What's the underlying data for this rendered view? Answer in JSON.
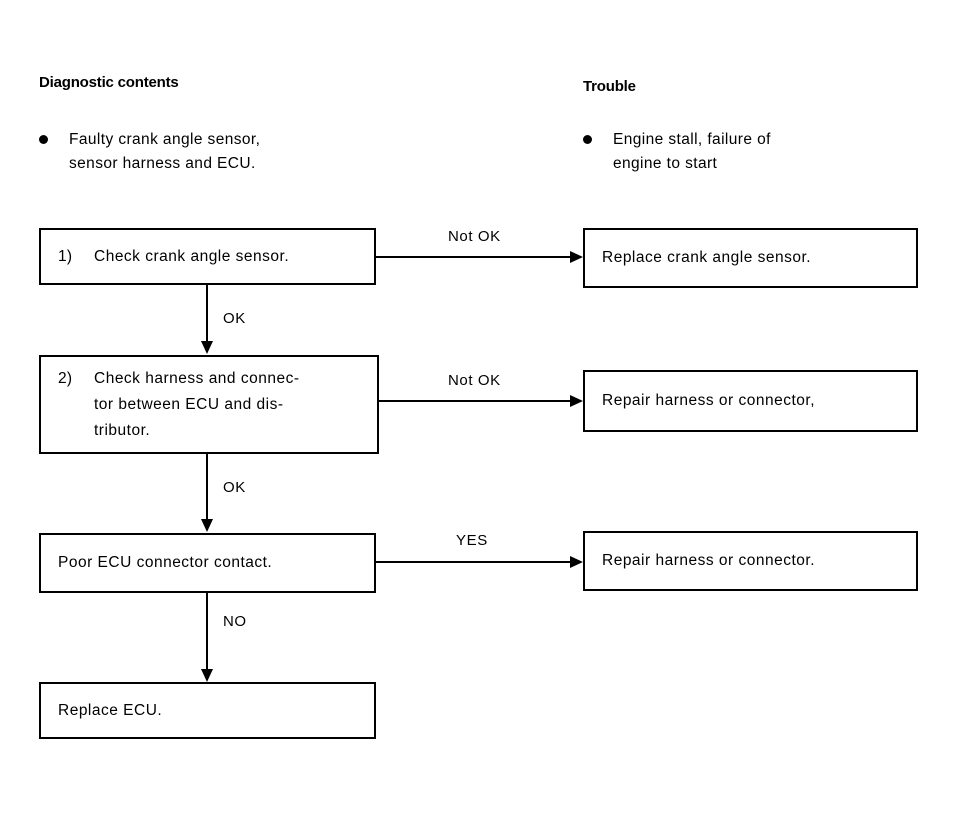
{
  "document": {
    "type": "diagnostic-flowchart"
  },
  "columns": {
    "diagnostic": {
      "heading": "Diagnostic contents",
      "bullet": "Faulty crank angle sensor,\nsensor harness and ECU."
    },
    "trouble": {
      "heading": "Trouble",
      "bullet": "Engine stall, failure of\nengine to start"
    }
  },
  "flow": {
    "steps": [
      {
        "number": "1)",
        "text": "Check crank angle sensor.",
        "branch_label": "Not OK",
        "branch_result": "Replace crank angle sensor.",
        "next_label": "OK"
      },
      {
        "number": "2)",
        "text": "Check harness and connec-\ntor  between  ECU  and  dis-\ntributor.",
        "branch_label": "Not OK",
        "branch_result": "Repair harness or connector,",
        "next_label": "OK"
      },
      {
        "number": "",
        "text": "Poor ECU connector contact.",
        "branch_label": "YES",
        "branch_result": "Repair harness or connector.",
        "next_label": "NO"
      }
    ],
    "final": {
      "number": "",
      "text": "Replace ECU."
    }
  },
  "colors": {
    "ink": "#000000",
    "paper": "#ffffff"
  }
}
